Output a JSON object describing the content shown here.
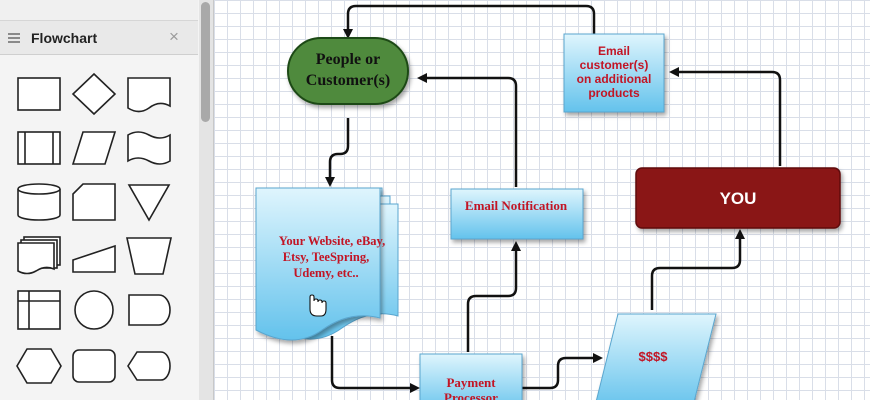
{
  "sidebar": {
    "title": "Flowchart",
    "close_label": "×",
    "shapes": [
      "process-shape",
      "decision-shape",
      "document-shape",
      "predefined-process-shape",
      "data-shape",
      "tape-shape",
      "database-shape",
      "card-shape",
      "merge-shape",
      "multi-document-shape",
      "manual-input-shape",
      "manual-operation-shape",
      "internal-storage-shape",
      "connector-shape",
      "delay-shape",
      "preparation-shape",
      "terminator-process-shape",
      "display-shape"
    ]
  },
  "diagram": {
    "people": {
      "line1": "People or",
      "line2": "Customer(s)"
    },
    "email_customers": {
      "line1": "Email",
      "line2": "customer(s)",
      "line3": "on additional",
      "line4": "products"
    },
    "website": {
      "line1": "Your Website, eBay,",
      "line2": "Etsy, TeeSpring,",
      "line3": "Udemy, etc.."
    },
    "email_notification": "Email Notification",
    "you": "YOU",
    "payment": {
      "line1": "Payment",
      "line2": "Processor"
    },
    "money": "$$$$"
  },
  "colors": {
    "people_fill": "#4f8a3c",
    "you_fill": "#8a1216",
    "box_top": "#d9f3fc",
    "box_bottom": "#6ec7ee",
    "text_red": "#c21525"
  }
}
